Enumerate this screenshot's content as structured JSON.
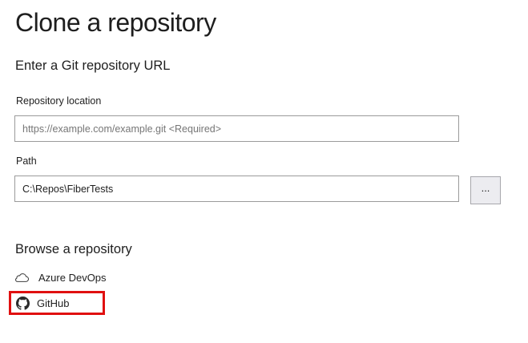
{
  "dialog": {
    "title": "Clone a repository",
    "url_section": {
      "heading": "Enter a Git repository URL",
      "location_label": "Repository location",
      "location_placeholder": "https://example.com/example.git <Required>",
      "path_label": "Path",
      "path_value": "C:\\Repos\\FiberTests",
      "browse_button_label": "..."
    },
    "browse_section": {
      "heading": "Browse a repository",
      "items": [
        {
          "label": "Azure DevOps",
          "icon": "azure-devops-cloud-icon",
          "highlighted": false
        },
        {
          "label": "GitHub",
          "icon": "github-icon",
          "highlighted": true
        }
      ]
    },
    "colors": {
      "highlight_red": "#e01010",
      "text_dark": "#1e1e1e",
      "placeholder_gray": "#767676",
      "input_border_gray": "#9b9b9b",
      "button_bg": "#ececf0"
    }
  }
}
